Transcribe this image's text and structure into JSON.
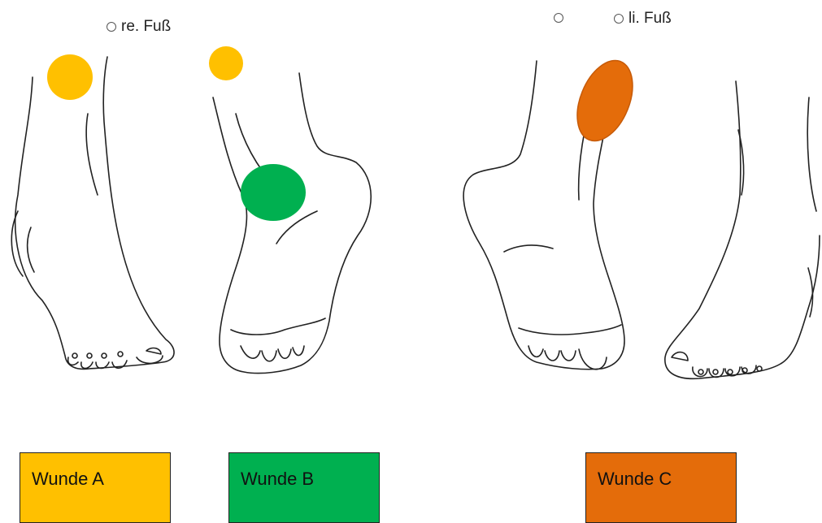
{
  "labels": {
    "right_foot": "re. Fuß",
    "left_foot": "li. Fuß"
  },
  "wounds": [
    {
      "label": "Wunde A",
      "color": "#FFC000"
    },
    {
      "label": "Wunde B",
      "color": "#00B050"
    },
    {
      "label": "Wunde C",
      "color": "#E46C0A"
    }
  ]
}
